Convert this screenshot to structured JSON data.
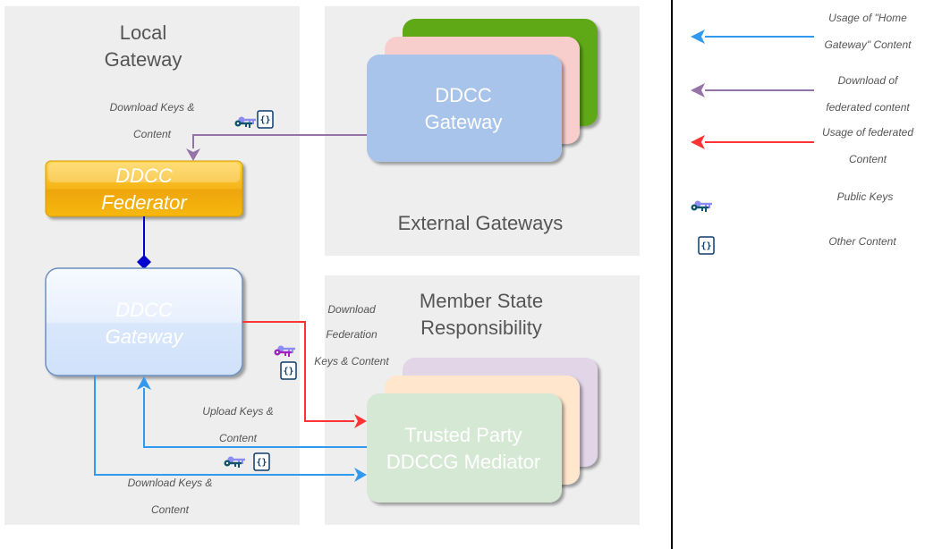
{
  "regions": {
    "local_gateway": [
      "Local",
      "Gateway"
    ],
    "external_gateways": "External Gateways",
    "member_state": [
      "Member State",
      "Responsibility"
    ]
  },
  "nodes": {
    "ddcc_gateway_external": [
      "DDCC",
      "Gateway"
    ],
    "ddcc_federator": [
      "DDCC",
      "Federator"
    ],
    "ddcc_gateway_local": [
      "DDCC",
      "Gateway"
    ],
    "trusted_party": [
      "Trusted Party",
      "DDCCG Mediator"
    ]
  },
  "edges": {
    "download_keys_top": [
      "Download Keys  &",
      "Content"
    ],
    "download_federation": [
      "Download",
      "Federation",
      "Keys & Content"
    ],
    "upload_keys": [
      "Upload Keys &",
      "Content"
    ],
    "download_keys_bottom": [
      "Download Keys &",
      "Content"
    ]
  },
  "legend": {
    "home_usage": [
      "Usage of \"Home",
      "Gateway\" Content"
    ],
    "federated_download": [
      "Download of",
      "federated content"
    ],
    "federated_usage": [
      "Usage of federated",
      "Content"
    ],
    "public_keys": "Public Keys",
    "other_content": "Other Content"
  },
  "colors": {
    "blue_arrow": "#3399ee",
    "purple_arrow": "#9673a6",
    "red_arrow": "#ff3333",
    "connector": "#0000cc",
    "region_bg": "#eeeeee",
    "gateway_blue": "#a9c4eb",
    "stack_green": "#60a917",
    "stack_pink": "#f8cecc",
    "trusted_green": "#d5e8d4",
    "stack_orange": "#ffe6cc",
    "stack_purple": "#e1d5e7",
    "federator_orange": "#f0a30a",
    "key_dark": "#10546e",
    "key_light": "#8c8cf2"
  },
  "icons": [
    "key-icon",
    "content-icon",
    "arrow-left-icon"
  ]
}
